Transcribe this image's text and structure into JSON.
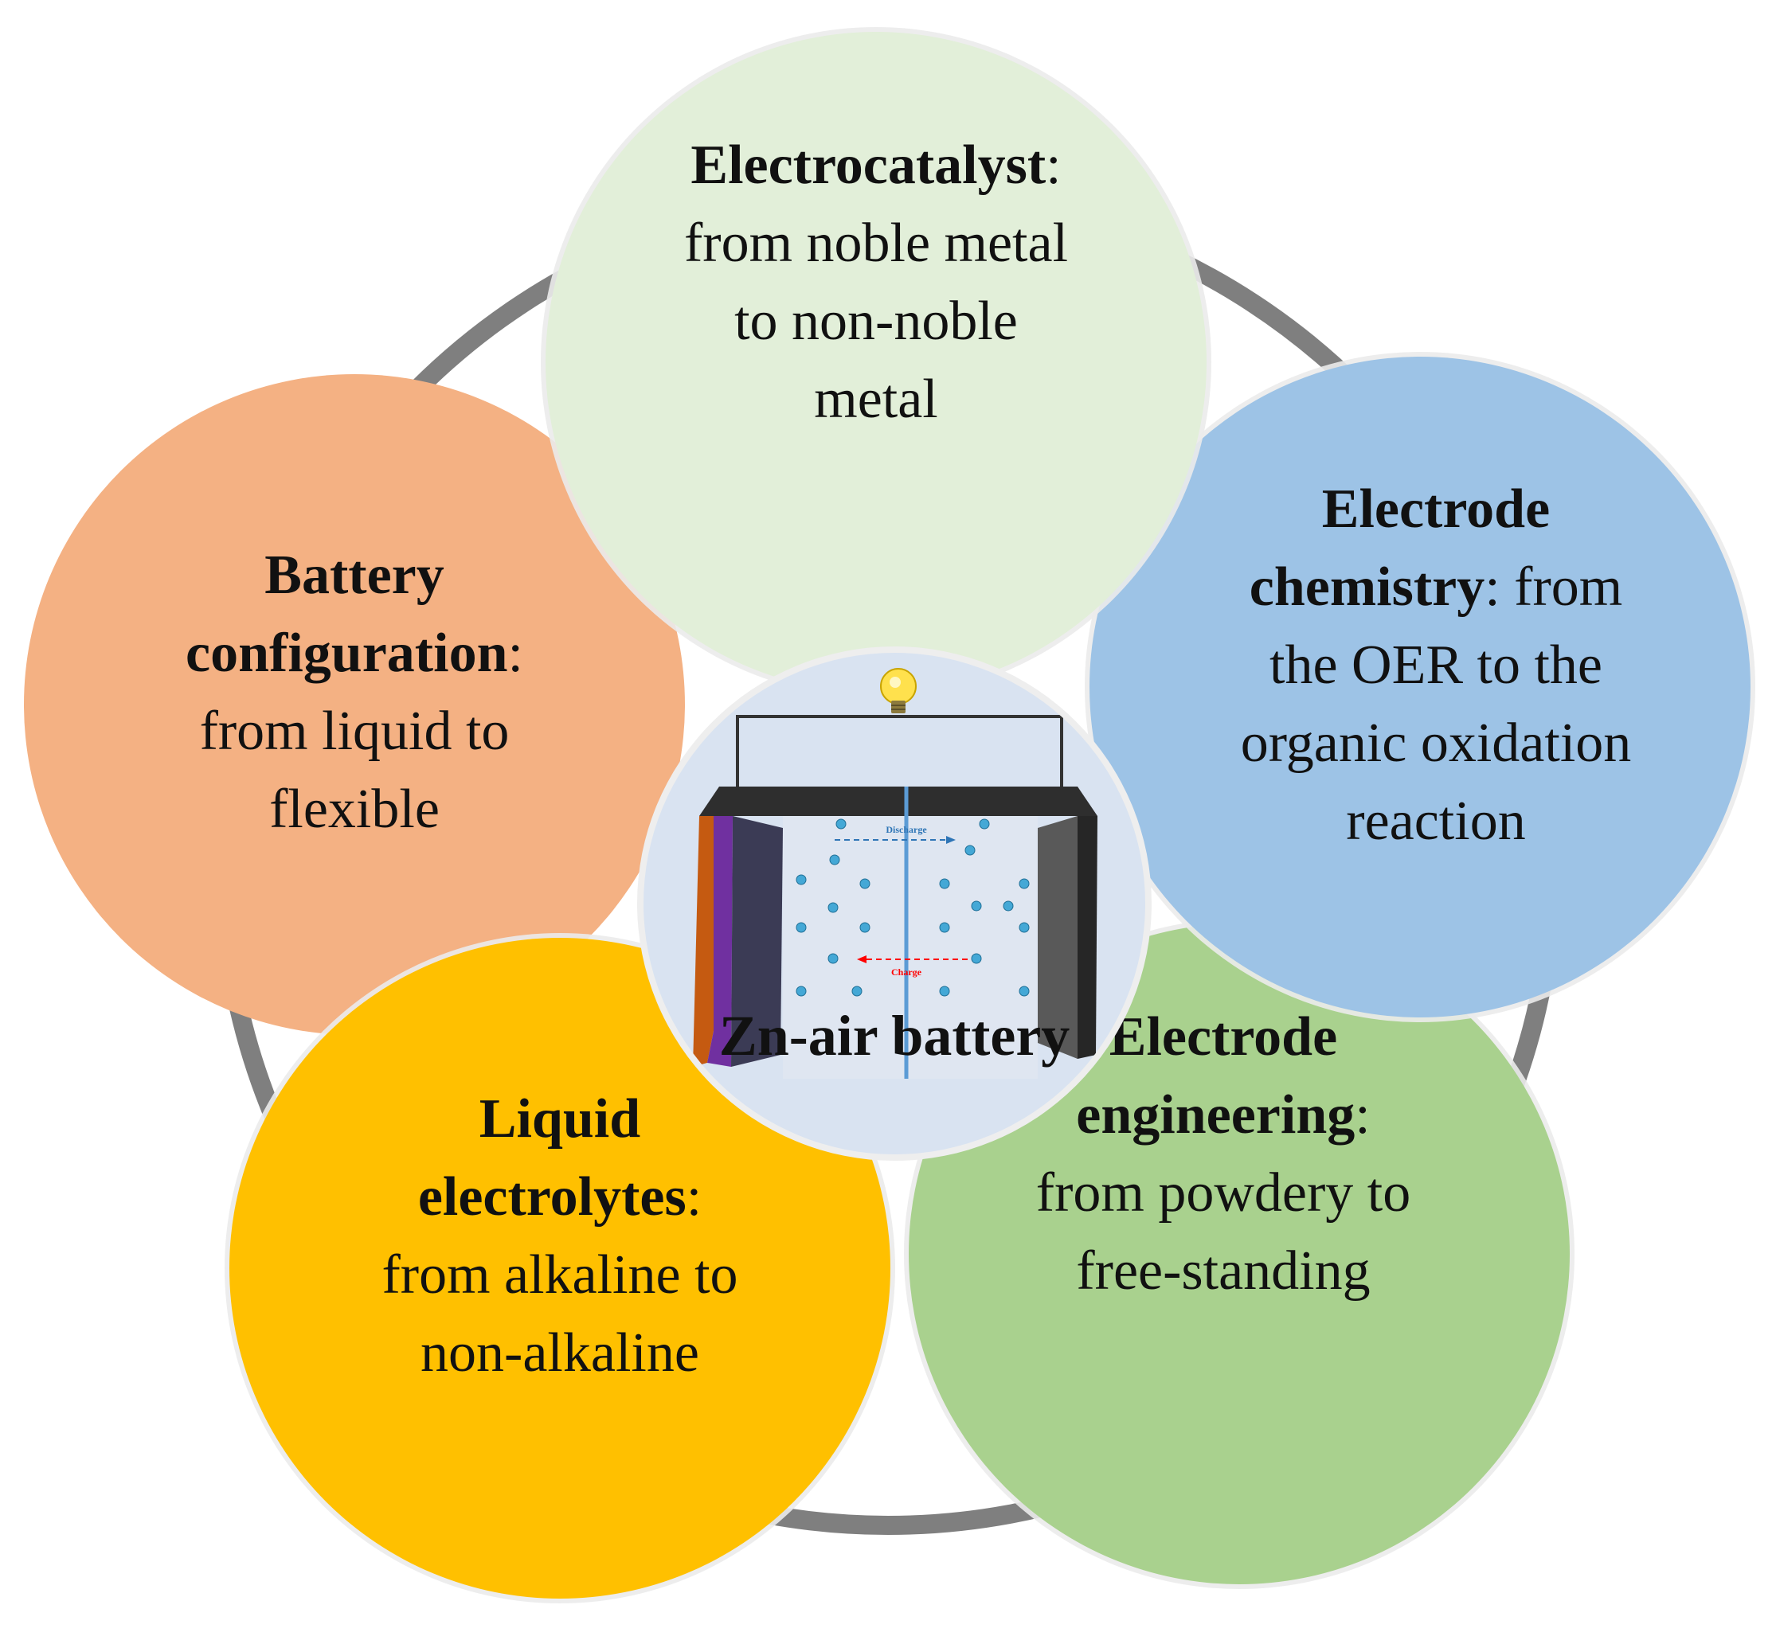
{
  "topics": {
    "electrocatalyst": {
      "label": "Electrocatalyst",
      "sep": ":",
      "line1": "from noble metal",
      "line2": "to non-noble",
      "line3": "metal",
      "color": "#e2efd9"
    },
    "electrode_chemistry": {
      "label1": "Electrode",
      "label2": "chemistry",
      "sep": ": from",
      "line1": "the OER to the",
      "line2": "organic oxidation",
      "line3": "reaction",
      "color": "#9dc3e6"
    },
    "electrode_engineering": {
      "label1": "Electrode",
      "label2": "engineering",
      "sep": ":",
      "line1": "from powdery to",
      "line2": "free-standing",
      "color": "#a9d18e"
    },
    "liquid_electrolytes": {
      "label1": "Liquid",
      "label2": "electrolytes",
      "sep": ":",
      "line1": "from alkaline to",
      "line2": "non-alkaline",
      "color": "#ffc000"
    },
    "battery_configuration": {
      "label1": "Battery",
      "label2": "configuration",
      "sep": ":",
      "line1": "from liquid to",
      "line2": "flexible",
      "color": "#f4b183"
    }
  },
  "center": {
    "title": "Zn-air battery",
    "discharge_label": "Discharge",
    "charge_label": "Charge",
    "colors": {
      "discharge": "#2e75b6",
      "charge": "#ff0000"
    }
  },
  "ring_color": "#7f7f7f"
}
